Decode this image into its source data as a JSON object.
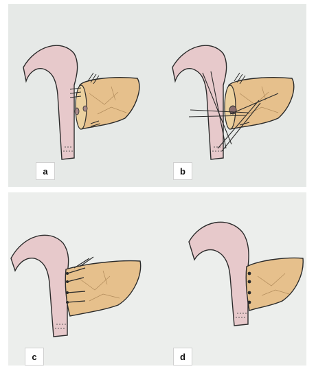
{
  "panels": [
    {
      "id": "a",
      "label": "a"
    },
    {
      "id": "b",
      "label": "b"
    },
    {
      "id": "c",
      "label": "c"
    },
    {
      "id": "d",
      "label": "d"
    }
  ],
  "colors": {
    "duct_fill": "#e7c9cb",
    "pancreas_fill": "#e6c08c",
    "outline": "#2a2a2a",
    "background": "#e7eae8"
  }
}
